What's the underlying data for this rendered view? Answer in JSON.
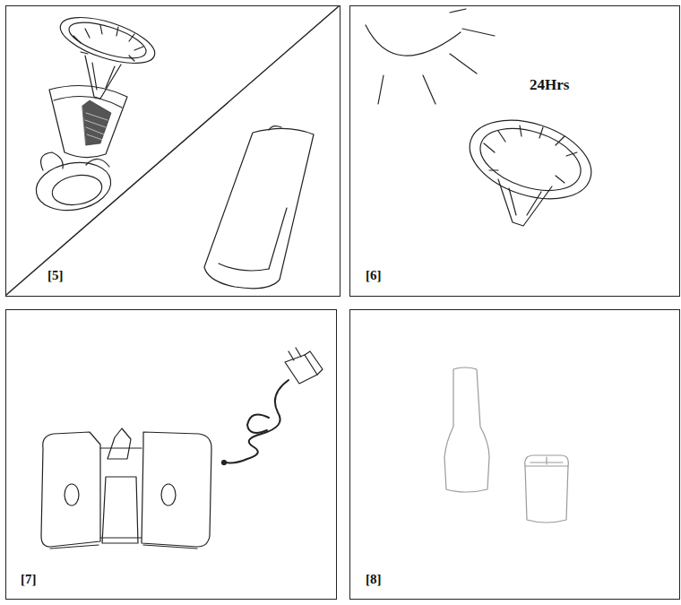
{
  "diagram": {
    "nodes": [
      {
        "text": [
          "[5]"
        ]
      },
      {
        "text": [
          "24Hrs",
          "[6]"
        ]
      },
      {
        "text": [
          "[7]"
        ]
      },
      {
        "text": [
          "[8]"
        ]
      }
    ]
  }
}
